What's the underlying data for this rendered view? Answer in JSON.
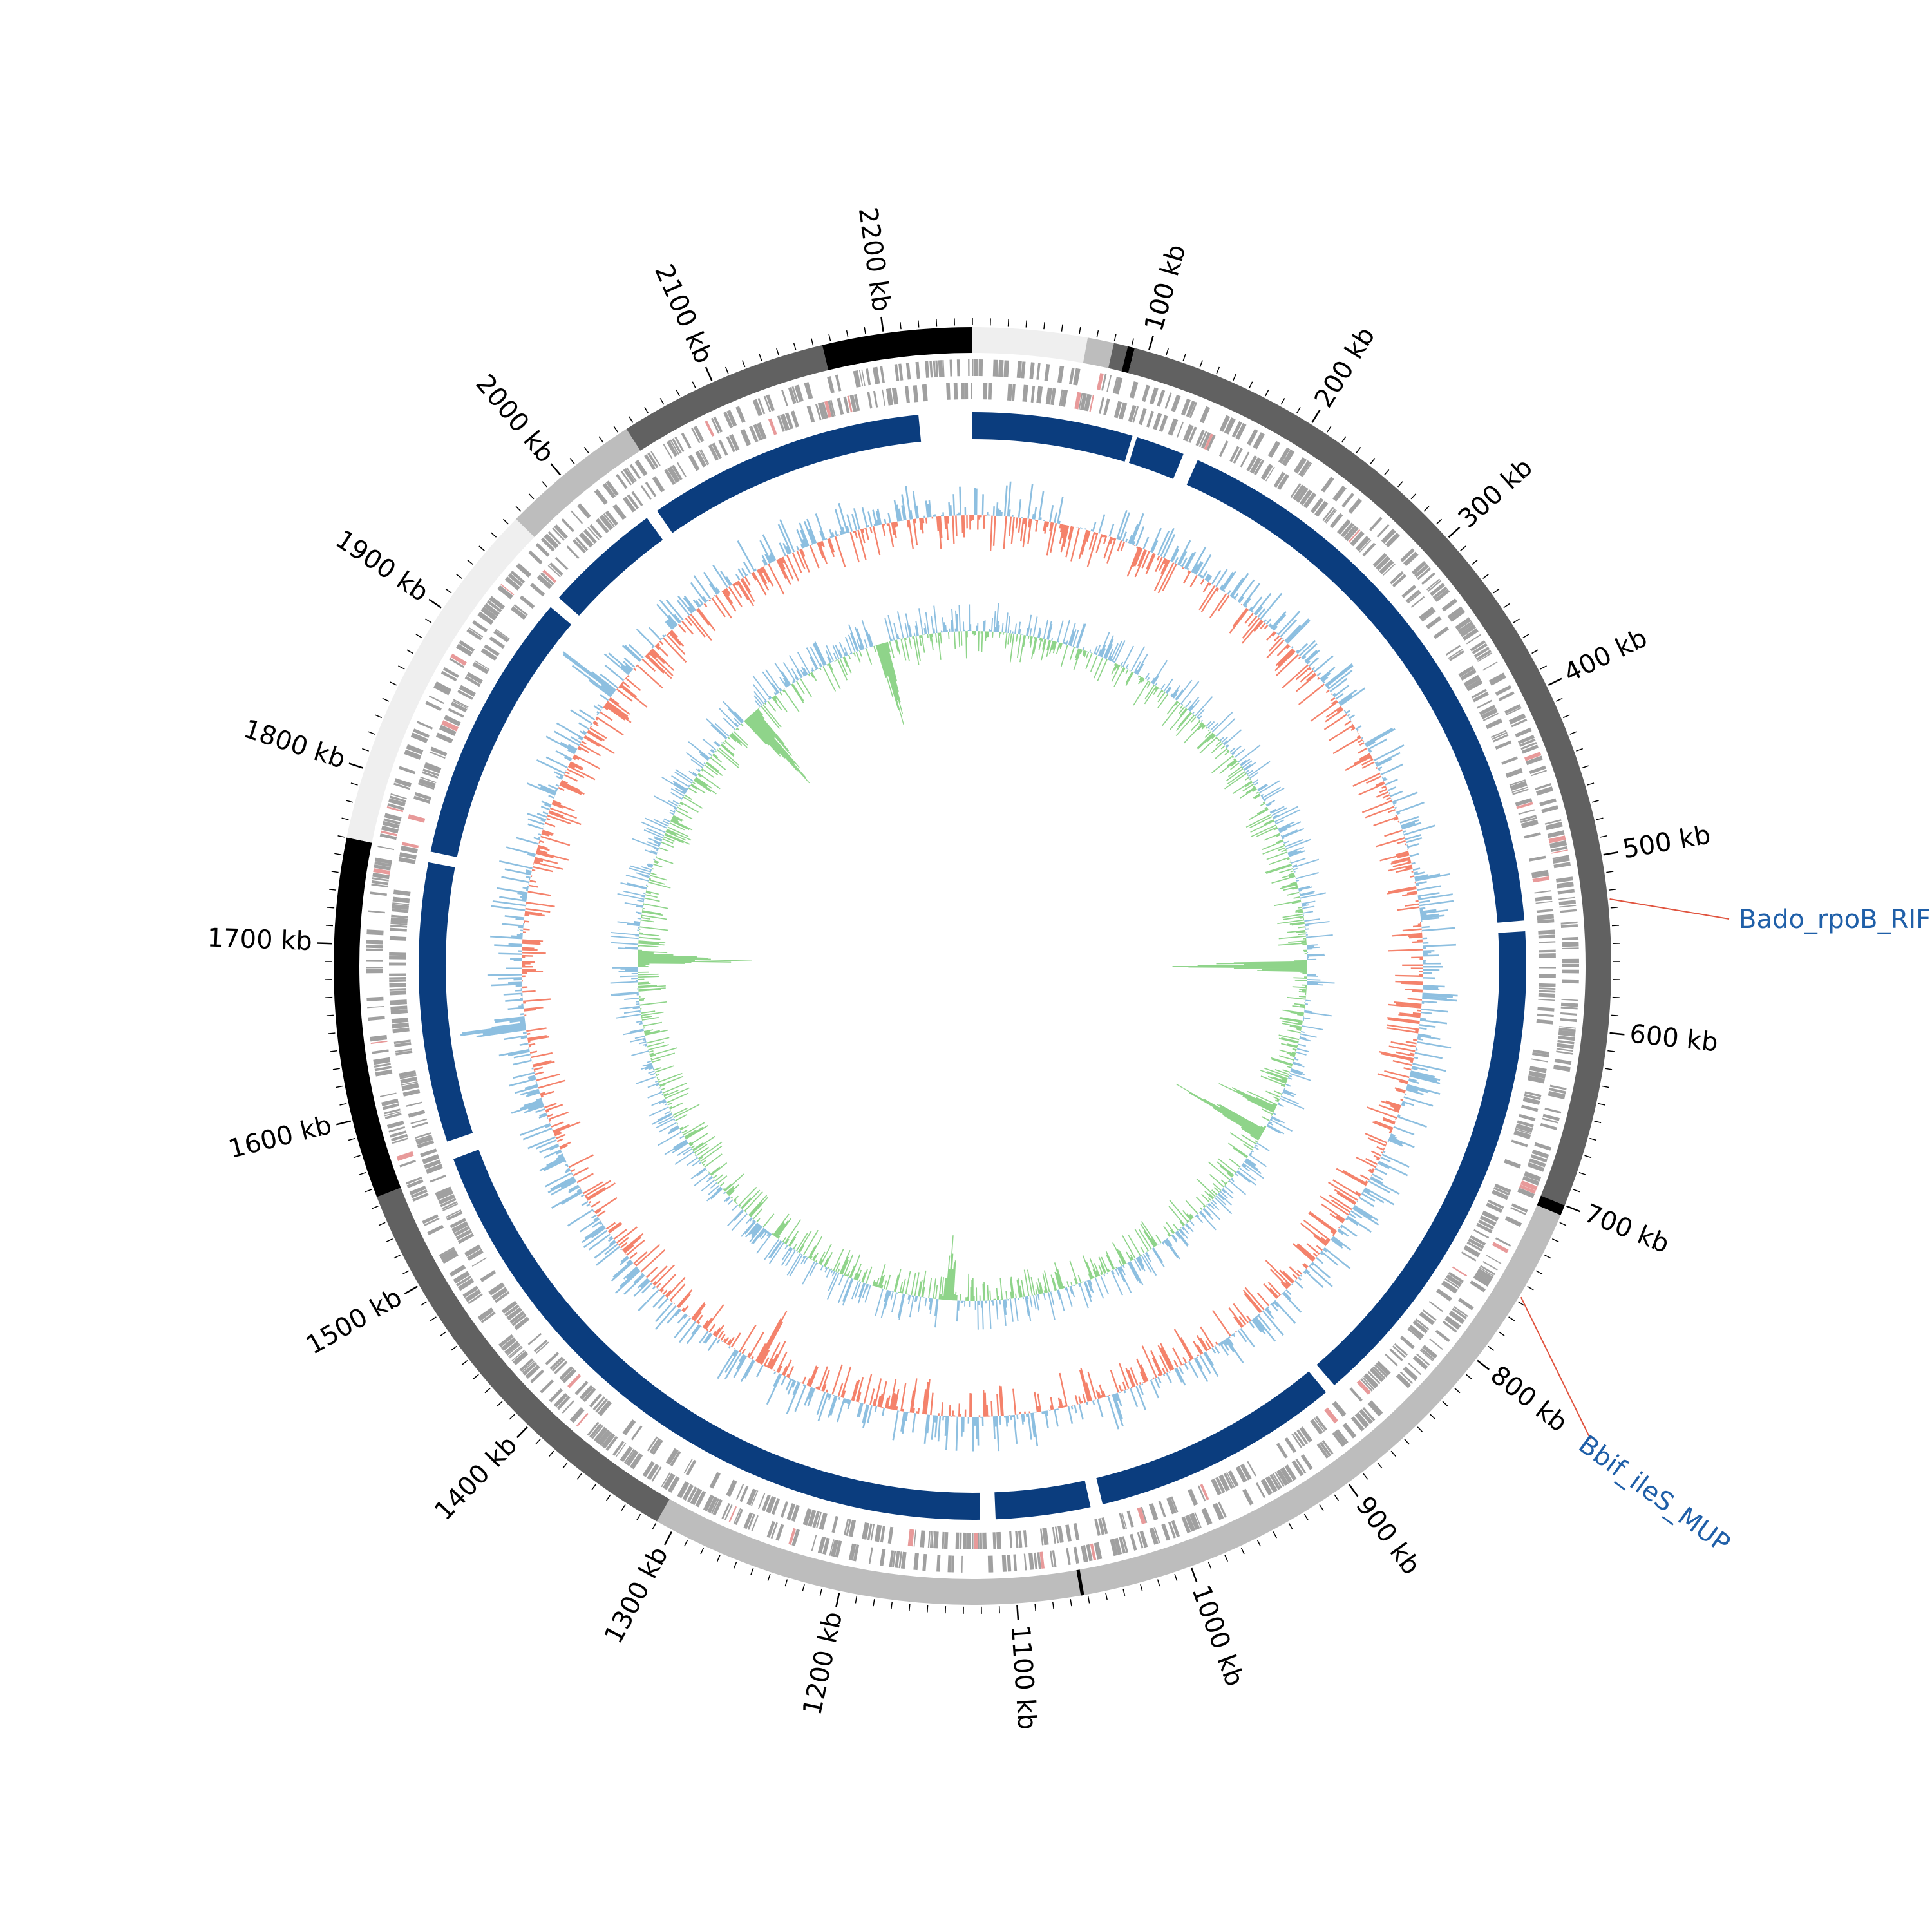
{
  "genome": {
    "length_kb": 2250,
    "tick_unit": "kb",
    "major_tick_step_kb": 100,
    "minor_tick_step_kb": 10,
    "major_tick_labels": [
      "100 kb",
      "200 kb",
      "300 kb",
      "400 kb",
      "500 kb",
      "600 kb",
      "700 kb",
      "800 kb",
      "900 kb",
      "1000 kb",
      "1100 kb",
      "1200 kb",
      "1300 kb",
      "1400 kb",
      "1500 kb",
      "1600 kb",
      "1700 kb",
      "1800 kb",
      "1900 kb",
      "2000 kb",
      "2100 kb",
      "2200 kb"
    ]
  },
  "colors": {
    "contig_dark": "#616161",
    "contig_light": "#bdbdbd",
    "contig_pale": "#efefef",
    "contig_black": "#000000",
    "gene": "#a0a0a0",
    "gene_highlight": "#e89a9a",
    "homology": "#0b3d7e",
    "gc_skew_pos": "#8dbfe0",
    "gc_skew_neg": "#f4826b",
    "gc_content_pos": "#8dbfe0",
    "gc_content_neg": "#8fd48a",
    "annotation_line": "#e0533e"
  },
  "contigs": [
    {
      "start": 0,
      "end": 65,
      "shade": "contig_pale"
    },
    {
      "start": 65,
      "end": 80,
      "shade": "contig_light"
    },
    {
      "start": 80,
      "end": 88,
      "shade": "contig_dark"
    },
    {
      "start": 88,
      "end": 92,
      "shade": "contig_black"
    },
    {
      "start": 92,
      "end": 700,
      "shade": "contig_dark"
    },
    {
      "start": 700,
      "end": 706,
      "shade": "contig_black"
    },
    {
      "start": 706,
      "end": 1062,
      "shade": "contig_light"
    },
    {
      "start": 1062,
      "end": 1064,
      "shade": "contig_black"
    },
    {
      "start": 1064,
      "end": 1310,
      "shade": "contig_light"
    },
    {
      "start": 1310,
      "end": 1555,
      "shade": "contig_dark"
    },
    {
      "start": 1555,
      "end": 1760,
      "shade": "contig_black"
    },
    {
      "start": 1760,
      "end": 1965,
      "shade": "contig_pale"
    },
    {
      "start": 1965,
      "end": 2045,
      "shade": "contig_light"
    },
    {
      "start": 2045,
      "end": 2165,
      "shade": "contig_dark"
    },
    {
      "start": 2165,
      "end": 2250,
      "shade": "contig_black"
    }
  ],
  "homology_blocks": [
    {
      "start": 0,
      "end": 105
    },
    {
      "start": 108,
      "end": 140
    },
    {
      "start": 150,
      "end": 533
    },
    {
      "start": 540,
      "end": 870
    },
    {
      "start": 877,
      "end": 1040
    },
    {
      "start": 1048,
      "end": 1110
    },
    {
      "start": 1120,
      "end": 1560
    },
    {
      "start": 1572,
      "end": 1755
    },
    {
      "start": 1762,
      "end": 1940
    },
    {
      "start": 1948,
      "end": 2025
    },
    {
      "start": 2033,
      "end": 2215
    }
  ],
  "annotations": [
    {
      "label": "Bado_rpoB_RIF",
      "position_kb": 525
    },
    {
      "label": "Bbif_ileS_MUP",
      "position_kb": 757
    }
  ]
}
